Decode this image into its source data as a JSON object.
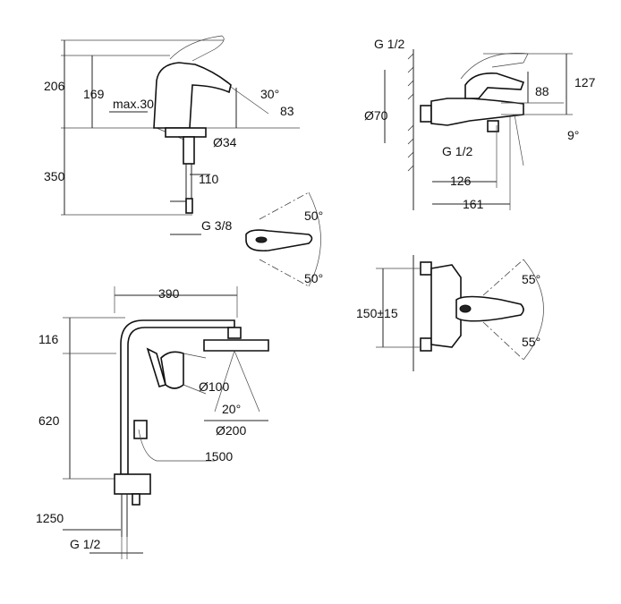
{
  "basin_mixer": {
    "dims": [
      "206",
      "169",
      "max.30",
      "30°",
      "83",
      "Ø34",
      "350",
      "110",
      "G 3/8",
      "50°",
      "50°"
    ]
  },
  "bath_mixer": {
    "dims": [
      "G 1/2",
      "127",
      "88",
      "Ø70",
      "9°",
      "G 1/2",
      "126",
      "161"
    ]
  },
  "bath_mixer_top_view": {
    "dims": [
      "55°",
      "150±15",
      "55°"
    ]
  },
  "shower_system": {
    "dims": [
      "390",
      "116",
      "Ø100",
      "20°",
      "620",
      "Ø200",
      "1500",
      "1250",
      "G 1/2"
    ]
  }
}
